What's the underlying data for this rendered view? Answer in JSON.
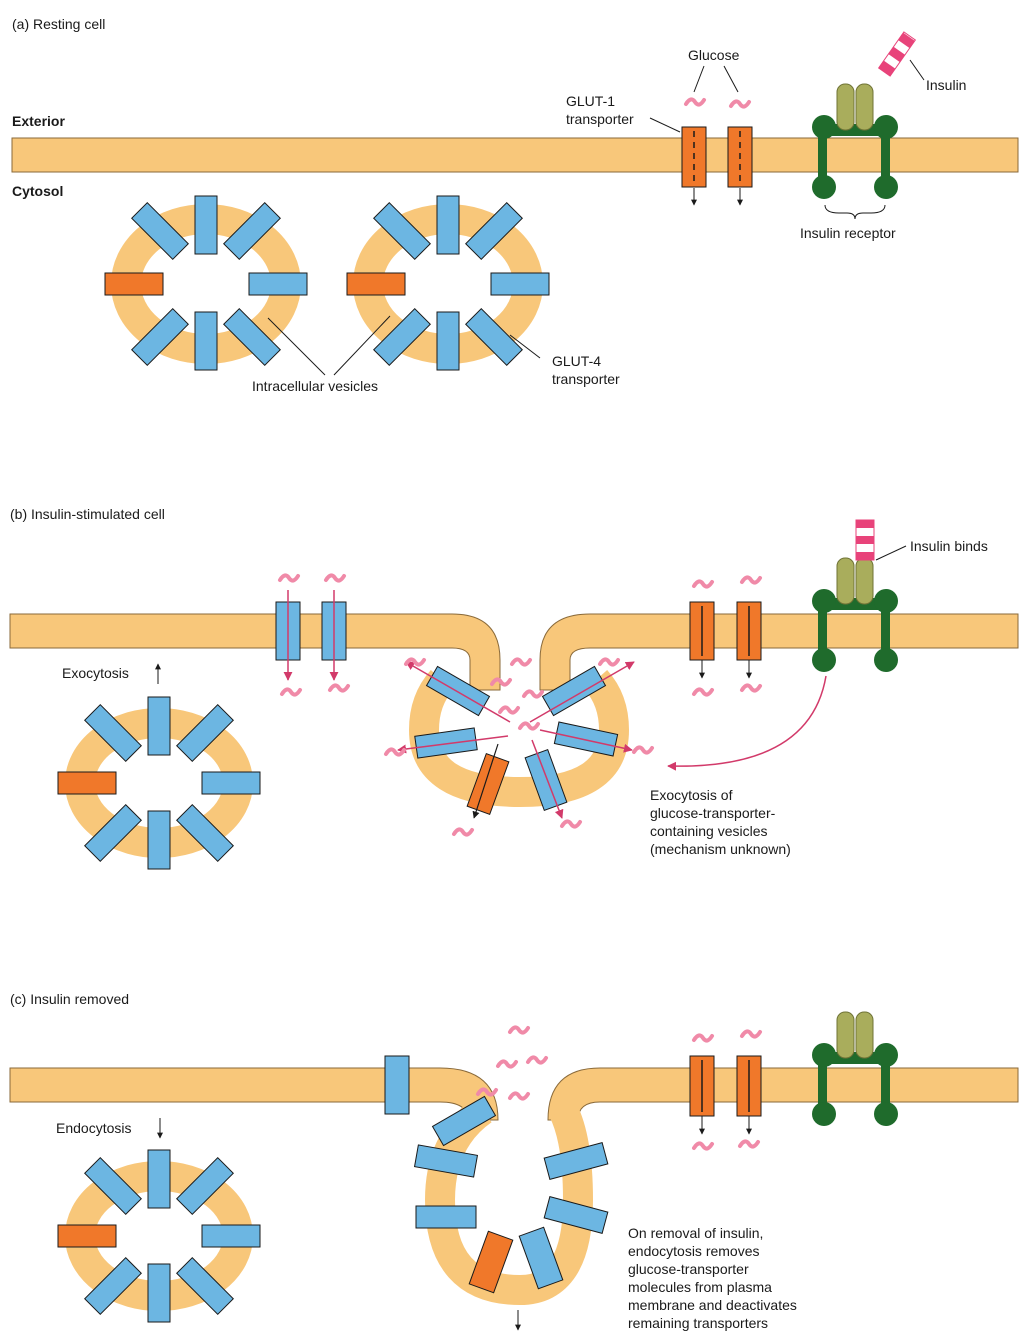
{
  "colors": {
    "membrane": "#f8c77a",
    "membrane_edge": "#8a6a3a",
    "glut4": "#6cb6e2",
    "glut1": "#f0782a",
    "receptor": "#1f6b2c",
    "insulin_alpha": "#a9ad5c",
    "insulin": "#e8437a",
    "glucose": "#f08aa8",
    "flux_arrow": "#d23a6a"
  },
  "icons": [
    "glucose-molecule-icon",
    "insulin-molecule-icon",
    "glut1-transporter-icon",
    "glut4-transporter-icon",
    "insulin-receptor-icon"
  ],
  "panel_a": {
    "title": "(a) Resting cell",
    "exterior": "Exterior",
    "cytosol": "Cytosol",
    "glucose": "Glucose",
    "glut1_l1": "GLUT-1",
    "glut1_l2": "transporter",
    "insulin": "Insulin",
    "receptor": "Insulin receptor",
    "vesicles": "Intracellular vesicles",
    "glut4_l1": "GLUT-4",
    "glut4_l2": "transporter"
  },
  "panel_b": {
    "title": "(b) Insulin-stimulated cell",
    "insulin_binds": "Insulin binds",
    "exocytosis": "Exocytosis",
    "note": [
      "Exocytosis of",
      "glucose-transporter-",
      "containing vesicles",
      "(mechanism unknown)"
    ]
  },
  "panel_c": {
    "title": "(c) Insulin removed",
    "endocytosis": "Endocytosis",
    "note": [
      "On removal of insulin,",
      "endocytosis removes",
      "glucose-transporter",
      "molecules from plasma",
      "membrane and deactivates",
      "remaining transporters"
    ]
  }
}
